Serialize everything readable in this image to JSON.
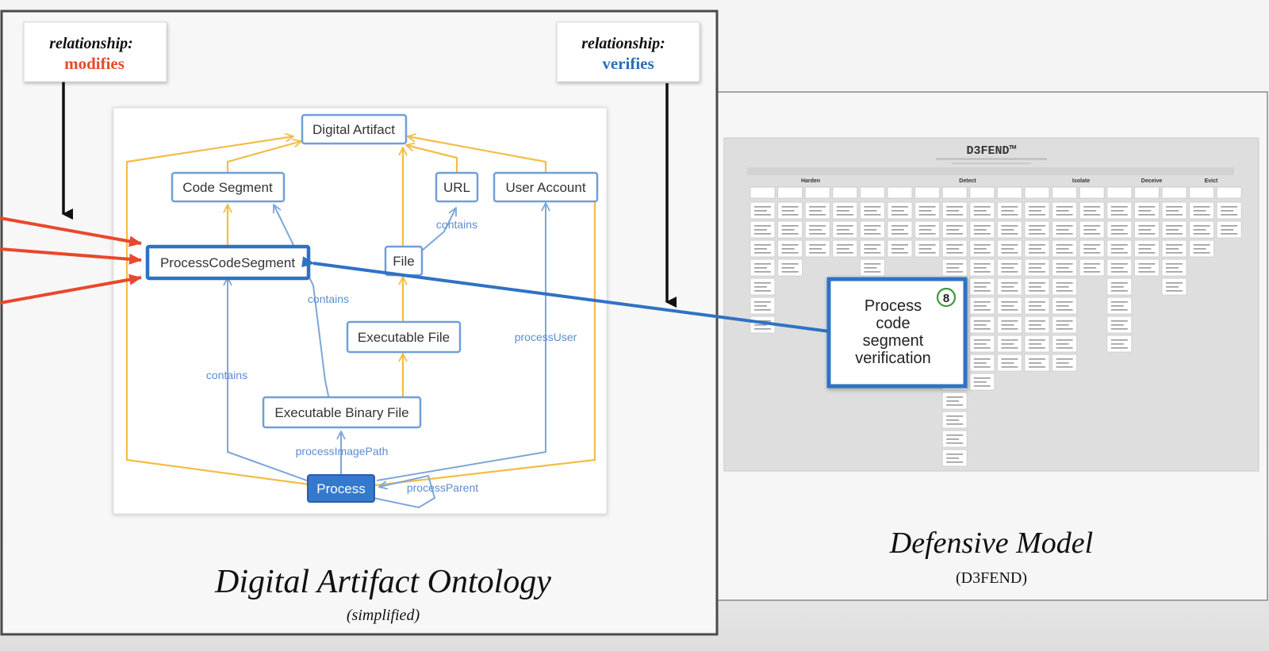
{
  "callouts": {
    "left": {
      "label": "relationship:",
      "value": "modifies",
      "color": "#e8482c"
    },
    "right": {
      "label": "relationship:",
      "value": "verifies",
      "color": "#2e6db4"
    }
  },
  "ontology": {
    "caption": "Digital Artifact Ontology",
    "subcaption": "(simplified)",
    "nodes": {
      "digital_artifact": "Digital Artifact",
      "code_segment": "Code Segment",
      "url": "URL",
      "user_account": "User Account",
      "process_code_segment": "ProcessCodeSegment",
      "file": "File",
      "executable_file": "Executable File",
      "executable_binary_file": "Executable Binary File",
      "process": "Process"
    },
    "edge_labels": {
      "contains_url": "contains",
      "contains_code": "contains",
      "contains_process": "contains",
      "process_user": "processUser",
      "process_image_path": "processImagePath",
      "process_parent": "processParent"
    }
  },
  "defensive": {
    "caption": "Defensive Model",
    "subcaption": "(D3FEND)",
    "logo": "D3FEND™",
    "callout_text": "Process code segment verification",
    "callout_number": "8",
    "tactics": [
      "Harden",
      "Detect",
      "Isolate",
      "Deceive",
      "Evict"
    ]
  },
  "colors": {
    "yellow": "#f3bd45",
    "blue_line": "#7ea6d8",
    "blue_dark": "#2f72c4",
    "red": "#e8482c",
    "green": "#3a9a3a"
  }
}
